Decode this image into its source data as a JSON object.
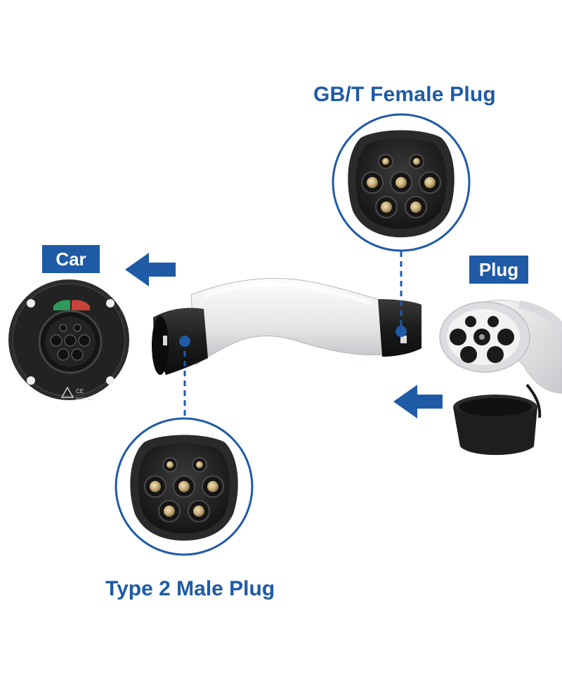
{
  "labels": {
    "gbt_female_plug": "GB/T  Female Plug",
    "car": "Car",
    "plug": "Plug",
    "type2_male_plug": "Type 2 Male Plug"
  },
  "car_inlet_markings": {
    "line1": "CE",
    "line2": "IEC62196-2"
  },
  "colors": {
    "label_blue": "#1f5aa6",
    "adapter_body": "#e8e8ea",
    "connector_black": "#1a1a1a",
    "pin_gold": "#c9ae78",
    "status_green": "#2e9a5a",
    "status_red": "#c8443a"
  },
  "icons": {
    "arrow_to_car": "arrow-left-icon",
    "arrow_from_plug": "arrow-left-icon"
  }
}
